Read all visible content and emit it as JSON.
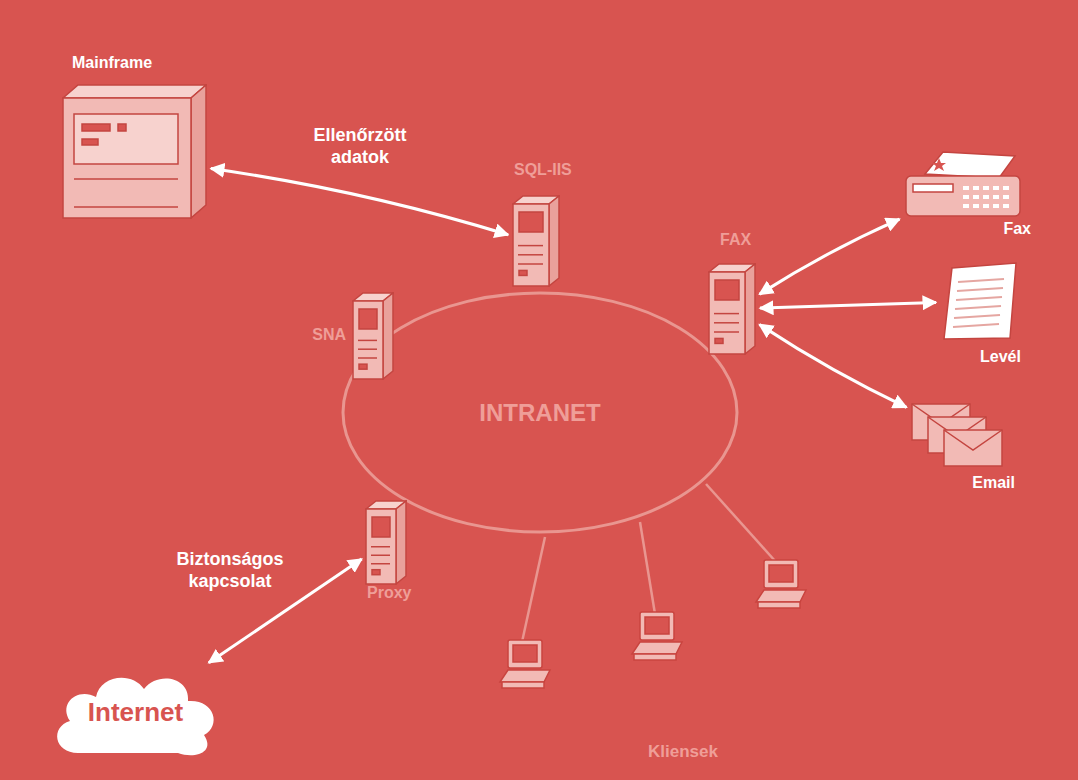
{
  "diagram": {
    "nodes": [
      {
        "text": [
          "Mainframe"
        ]
      },
      {
        "text": [
          "SQL-IIS"
        ]
      },
      {
        "text": [
          "SNA"
        ]
      },
      {
        "text": [
          "FAX"
        ]
      },
      {
        "text": [
          "Fax"
        ]
      },
      {
        "text": [
          "Levél"
        ]
      },
      {
        "text": [
          "INTRANET"
        ]
      },
      {
        "text": [
          "Email"
        ]
      },
      {
        "text": [
          "Proxy"
        ]
      },
      {
        "text": [
          "Internet"
        ]
      }
    ],
    "edges": [
      {
        "from": 0,
        "to": 1,
        "arrow": "both",
        "label": "Ellenőrzött adatok"
      },
      {
        "from": 3,
        "to": 4,
        "arrow": "both"
      },
      {
        "from": 3,
        "to": 5,
        "arrow": "both"
      },
      {
        "from": 3,
        "to": 7,
        "arrow": "both"
      },
      {
        "from": 9,
        "to": 8,
        "arrow": "both",
        "label": "Biztonságos kapcsolat"
      }
    ],
    "labels": [
      "Kliensek"
    ]
  }
}
